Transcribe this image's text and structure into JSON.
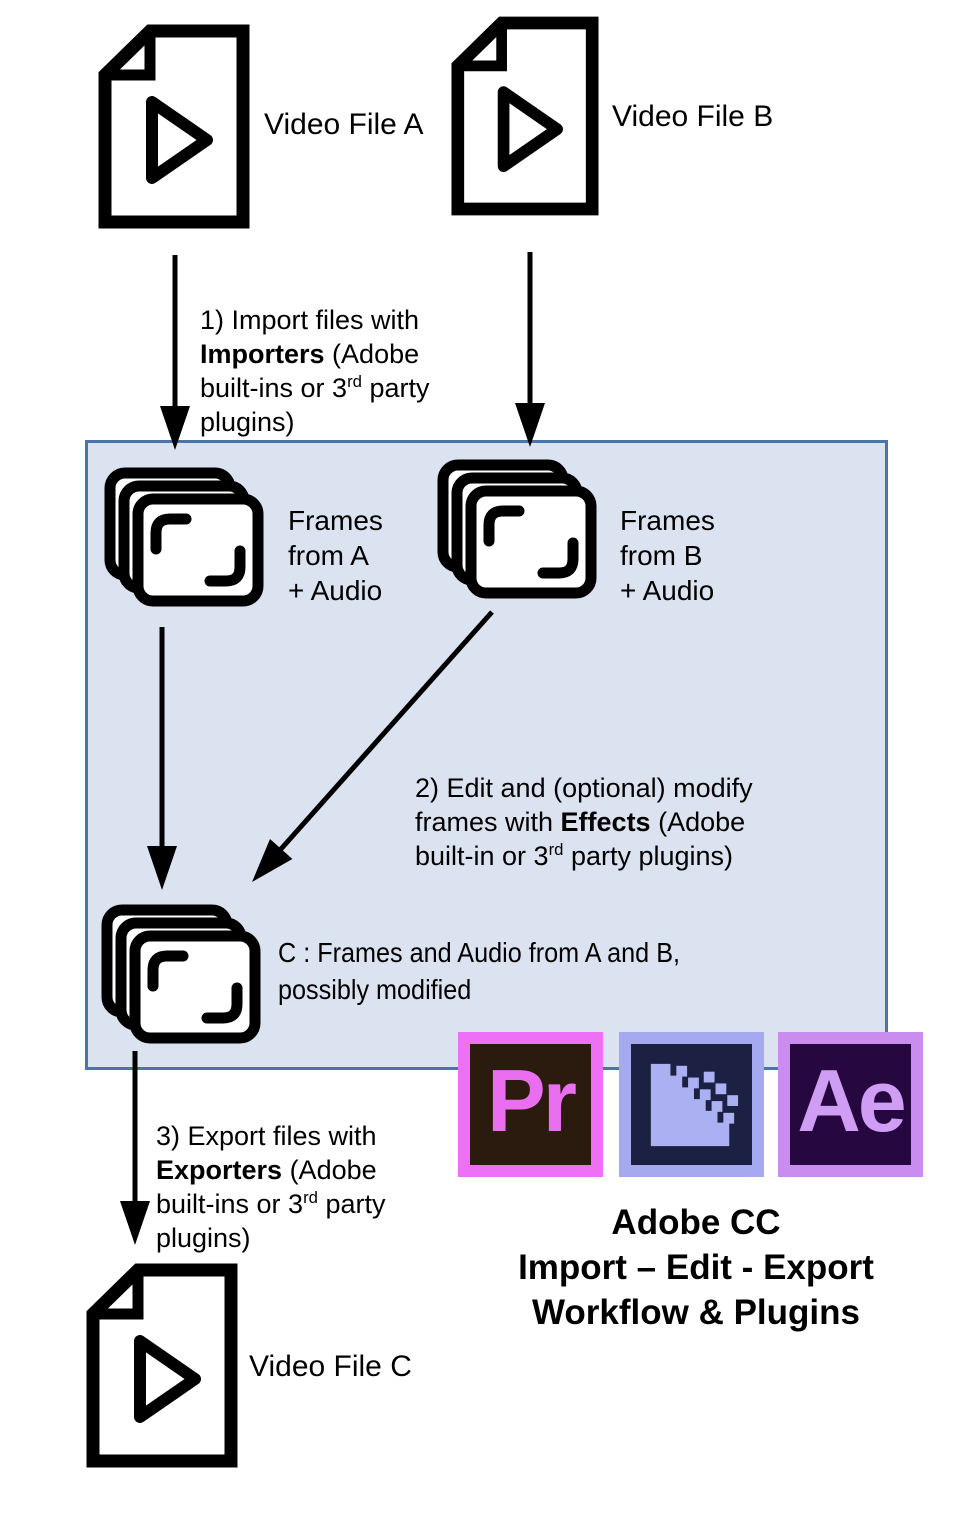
{
  "colors": {
    "box_fill": "#dce3f0",
    "box_border": "#4c74ac",
    "ink": "#000000",
    "pr_border": "#ee70f4",
    "pr_bg": "#2b1b0e",
    "pr_fg": "#ea6ef0",
    "me_border": "#a4a9f0",
    "me_bg": "#1c2143",
    "me_fg": "#abb0f2",
    "ae_border": "#c98df0",
    "ae_bg": "#270740",
    "ae_fg": "#cf9df4"
  },
  "files": {
    "a": {
      "label": "Video File A"
    },
    "b": {
      "label": "Video File B"
    },
    "c": {
      "label": "Video File C"
    }
  },
  "frames": {
    "a": {
      "label": "Frames\nfrom A\n+ Audio"
    },
    "b": {
      "label": "Frames\nfrom B\n+ Audio"
    },
    "c": {
      "label": "C : Frames and Audio from A and B,\npossibly modified"
    }
  },
  "steps": {
    "step1": {
      "pre": "1) Import files with\n",
      "bold": "Importers",
      "mid": " (Adobe\nbuilt-ins or 3",
      "sup": "rd",
      "post": " party\nplugins)"
    },
    "step2": {
      "pre": "2) Edit and (optional) modify\nframes with ",
      "bold": "Effects",
      "mid": " (Adobe\nbuilt-in or 3",
      "sup": "rd",
      "post": " party plugins)"
    },
    "step3": {
      "pre": "3) Export files with\n",
      "bold": "Exporters",
      "mid": " (Adobe\nbuilt-ins or 3",
      "sup": "rd",
      "post": " party\nplugins)"
    }
  },
  "adobe": {
    "caption": "Adobe CC\nImport – Edit - Export\nWorkflow & Plugins",
    "apps": [
      {
        "id": "premiere-pro",
        "abbr": "Pr"
      },
      {
        "id": "media-encoder",
        "abbr": ""
      },
      {
        "id": "after-effects",
        "abbr": "Ae"
      }
    ]
  }
}
